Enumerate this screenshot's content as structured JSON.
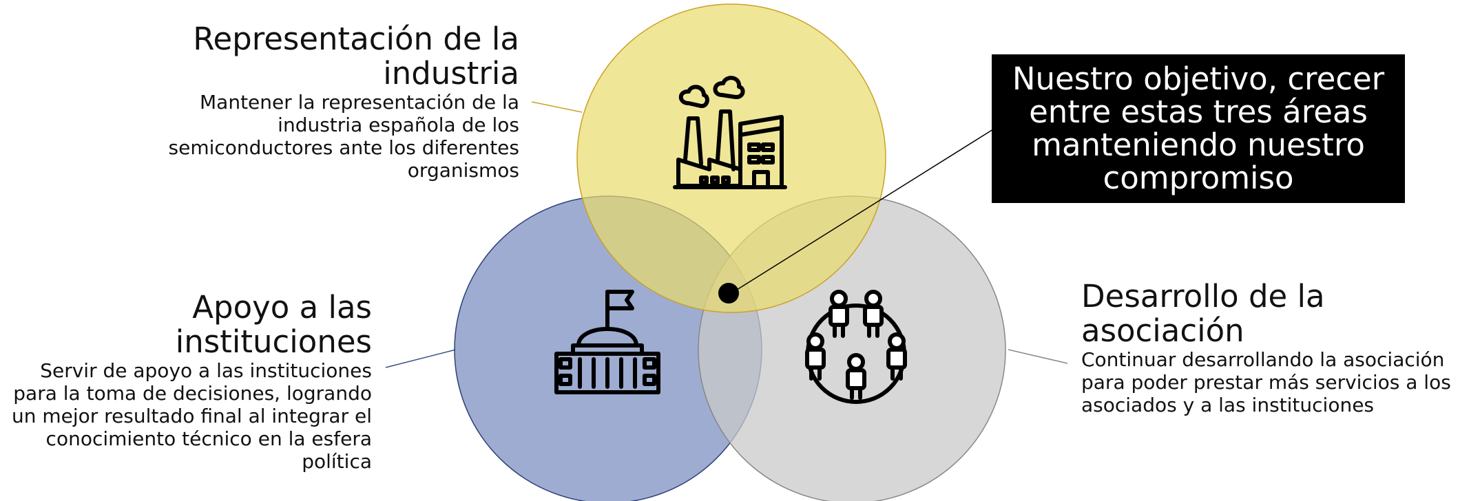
{
  "colors": {
    "industry_circle": "#EDE387",
    "apoyo_circle": "#8C9EC8",
    "desarrollo_circle": "#CFCFCF",
    "objective_box": "#000000",
    "objective_text": "#FFFFFF"
  },
  "icons": {
    "industry": "factory-icon",
    "apoyo": "government-building-icon",
    "desarrollo": "people-network-icon"
  },
  "industry": {
    "title": "Representación de la industria",
    "description": "Mantener la representación de la industria española de los semiconductores ante los diferentes organismos"
  },
  "apoyo": {
    "title": "Apoyo a las instituciones",
    "description": "Servir de apoyo a las instituciones para la toma de decisiones, logrando un mejor resultado final al integrar el conocimiento técnico en la esfera política"
  },
  "desarrollo": {
    "title": "Desarrollo de la asociación",
    "description": "Continuar desarrollando la asociación para poder prestar más servicios a los asociados y a las instituciones"
  },
  "objective": {
    "text": "Nuestro objetivo, crecer entre estas tres áreas manteniendo nuestro compromiso"
  }
}
